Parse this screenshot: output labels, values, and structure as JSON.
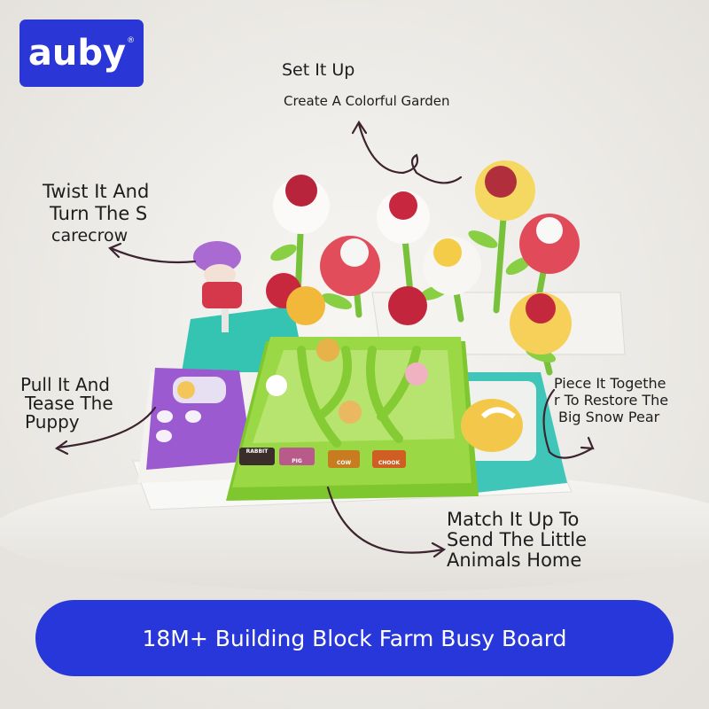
{
  "brand": {
    "logo_text": "auby",
    "registered_mark": "®"
  },
  "callouts": {
    "set_it_up_title": "Set It Up",
    "set_it_up_subtitle": "Create A Colorful Garden",
    "twist_lines": [
      "Twist It And",
      "Turn The S",
      "carecrow"
    ],
    "pull_lines": [
      "Pull It And",
      "Tease The",
      "Puppy"
    ],
    "piece_lines": [
      "Piece It Togethe",
      "r To Restore The",
      "Big Snow Pear"
    ],
    "match_lines": [
      "Match It Up To",
      "Send The Little",
      "Animals Home"
    ]
  },
  "board_tiles": [
    "RABBIT",
    "PIG",
    "COW",
    "CHOOK"
  ],
  "banner": {
    "text": "18M+ Building Block Farm Busy Board"
  },
  "colors": {
    "brand_blue": "#2837d9",
    "board_green": "#8fd43a",
    "teal": "#3cc6b6",
    "purple": "#9b5fd0",
    "background": "#f1efeb"
  }
}
